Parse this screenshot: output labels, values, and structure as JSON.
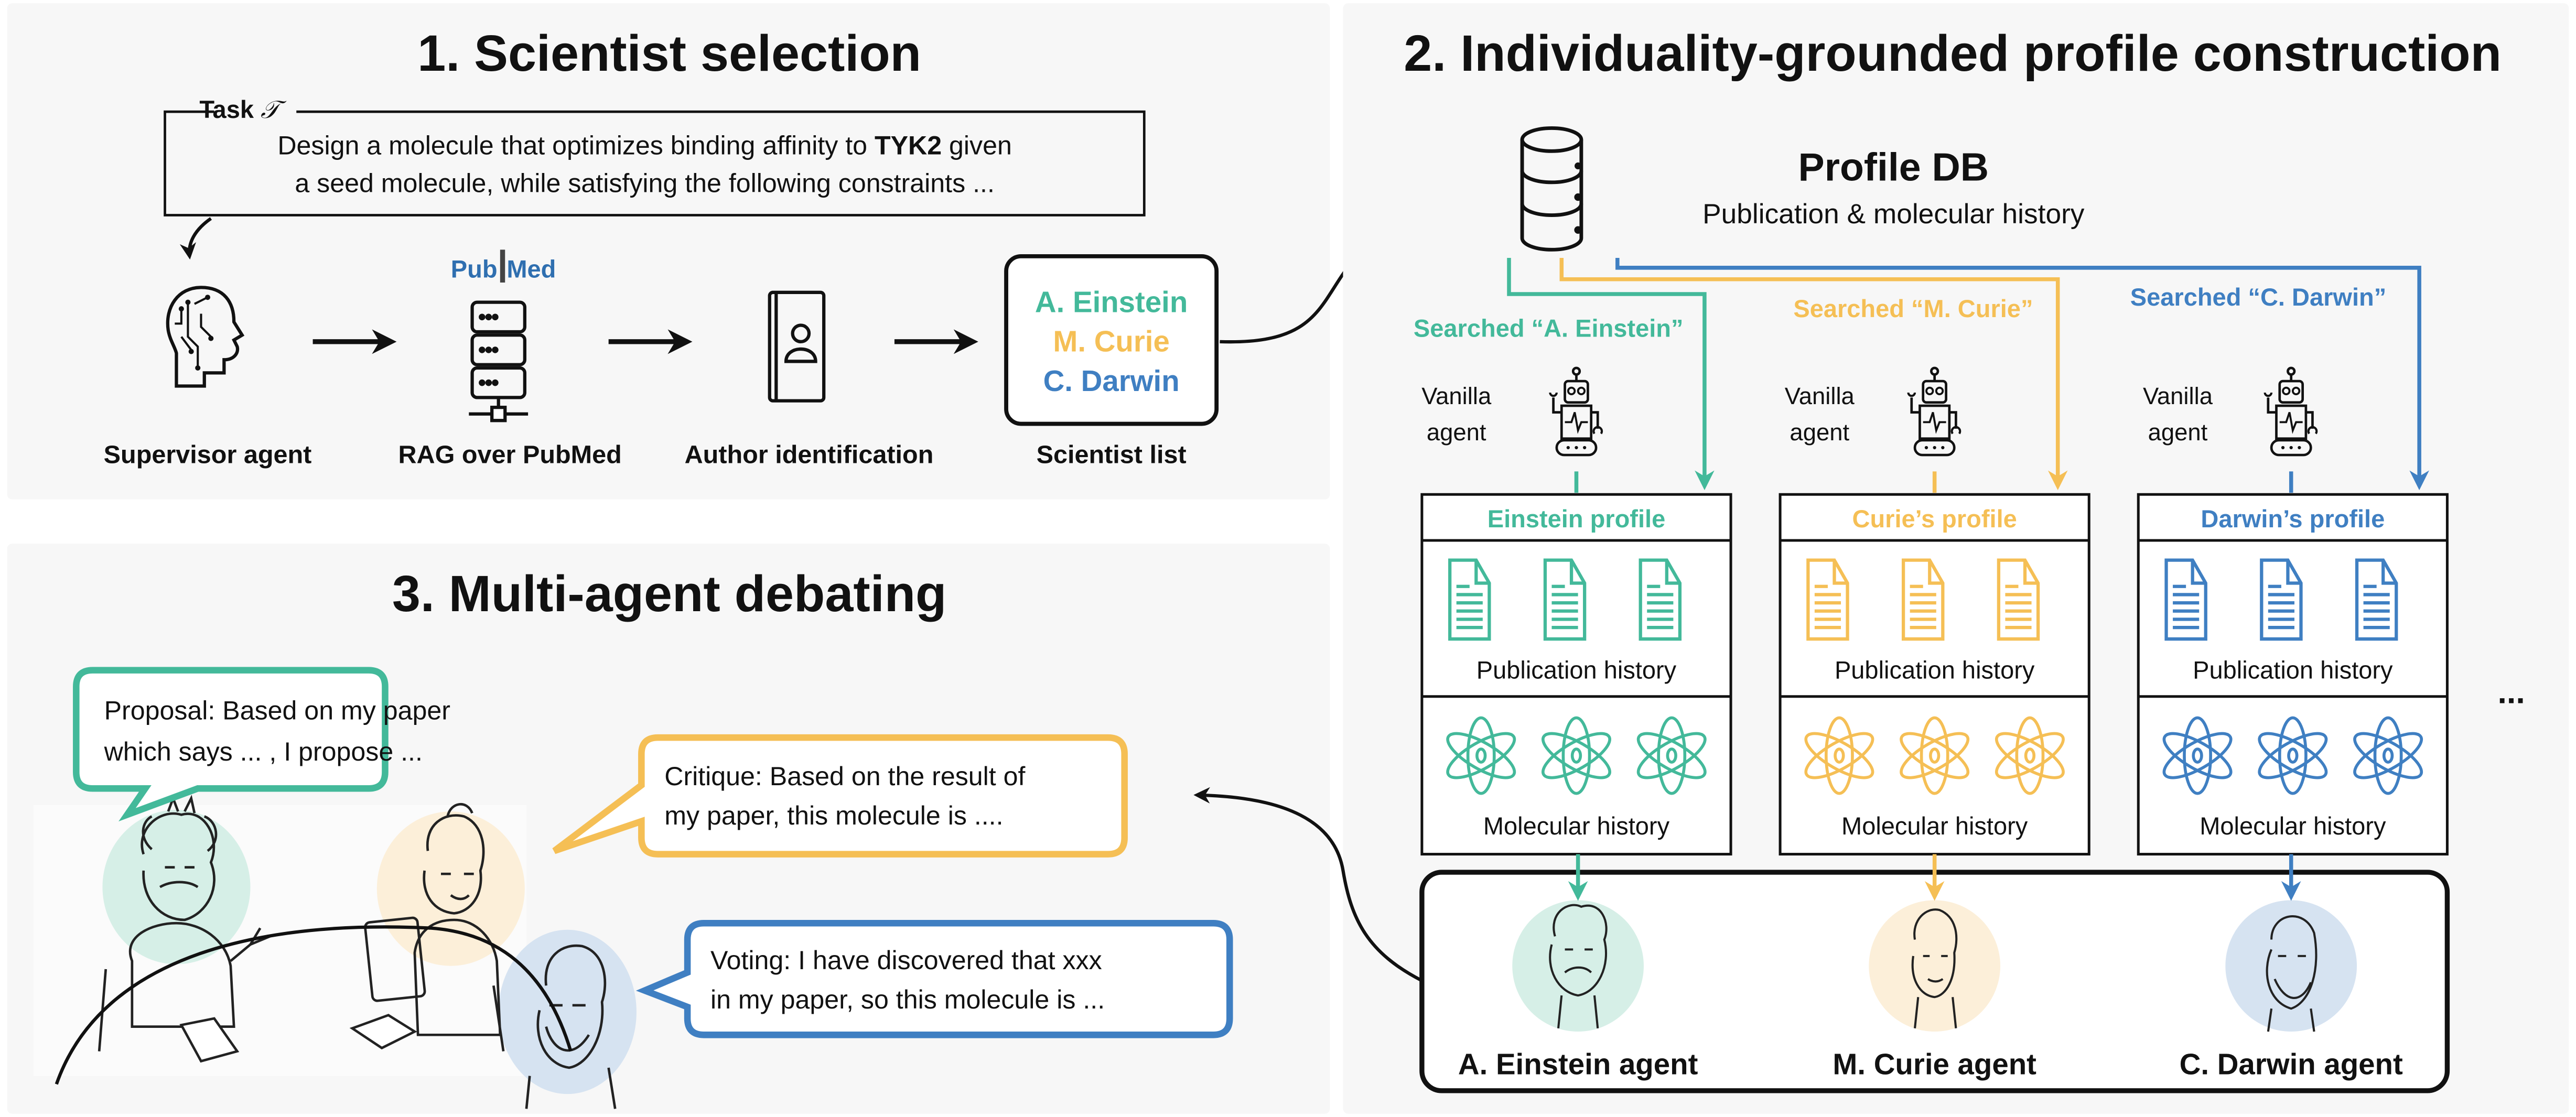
{
  "colors": {
    "einstein": "#43b99a",
    "curie": "#f5bf55",
    "darwin": "#3f7fc2",
    "einstein_bg": "#d6efe7",
    "curie_bg": "#fcefd9",
    "darwin_bg": "#d6e3f1",
    "panel_bg": "#f7f7f7",
    "pubmed_blue": "#2f6fb0"
  },
  "panel1": {
    "title": "1. Scientist selection",
    "task_label": "Task",
    "task_symbol": "𝒯",
    "task_line1_pre": "Design a molecule that optimizes binding affinity to ",
    "task_line1_bold": "TYK2",
    "task_line1_post": " given",
    "task_line2": "a seed molecule, while satisfying the following constraints ...",
    "pubmed_logo": {
      "pub": "Pub",
      "med": "Med"
    },
    "steps": [
      {
        "label": "Supervisor agent",
        "icon": "brain-head-icon"
      },
      {
        "label": "RAG over PubMed",
        "icon": "server-icon"
      },
      {
        "label": "Author identification",
        "icon": "contact-book-icon"
      },
      {
        "label": "Scientist list",
        "icon": "list-box"
      }
    ],
    "scientist_list": [
      "A. Einstein",
      "M. Curie",
      "C. Darwin"
    ]
  },
  "panel2": {
    "title": "2. Individuality-grounded profile construction",
    "db_title": "Profile DB",
    "db_subtitle": "Publication & molecular history",
    "searches": [
      "Searched “A. Einstein”",
      "Searched “M. Curie”",
      "Searched “C. Darwin”"
    ],
    "vanilla_line1": "Vanilla",
    "vanilla_line2": "agent",
    "profiles": [
      {
        "title": "Einstein profile",
        "pub_label": "Publication history",
        "mol_label": "Molecular history"
      },
      {
        "title": "Curie’s profile",
        "pub_label": "Publication history",
        "mol_label": "Molecular history"
      },
      {
        "title": "Darwin’s profile",
        "pub_label": "Publication history",
        "mol_label": "Molecular history"
      }
    ],
    "ellipsis": "...",
    "agents": [
      "A. Einstein agent",
      "M. Curie agent",
      "C. Darwin agent"
    ]
  },
  "panel3": {
    "title": "3. Multi-agent debating",
    "bubbles": [
      {
        "line1": "Proposal: Based on my paper",
        "line2": "which says ... , I propose ..."
      },
      {
        "line1": "Critique: Based on the result of",
        "line2": "my paper, this molecule is ...."
      },
      {
        "line1": "Voting: I have discovered that xxx",
        "line2": "in my paper, so this molecule is ..."
      }
    ]
  }
}
